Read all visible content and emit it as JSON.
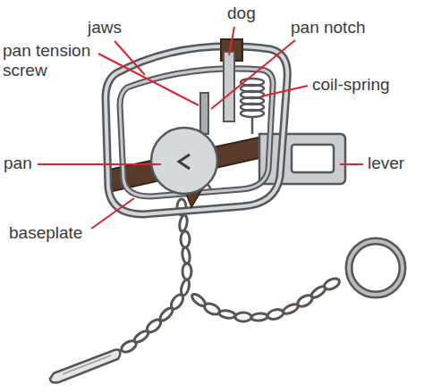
{
  "diagram": {
    "labels": [
      "jaws",
      "dog",
      "pan notch",
      "pan tension screw",
      "coil-spring",
      "pan",
      "lever",
      "baseplate"
    ]
  }
}
